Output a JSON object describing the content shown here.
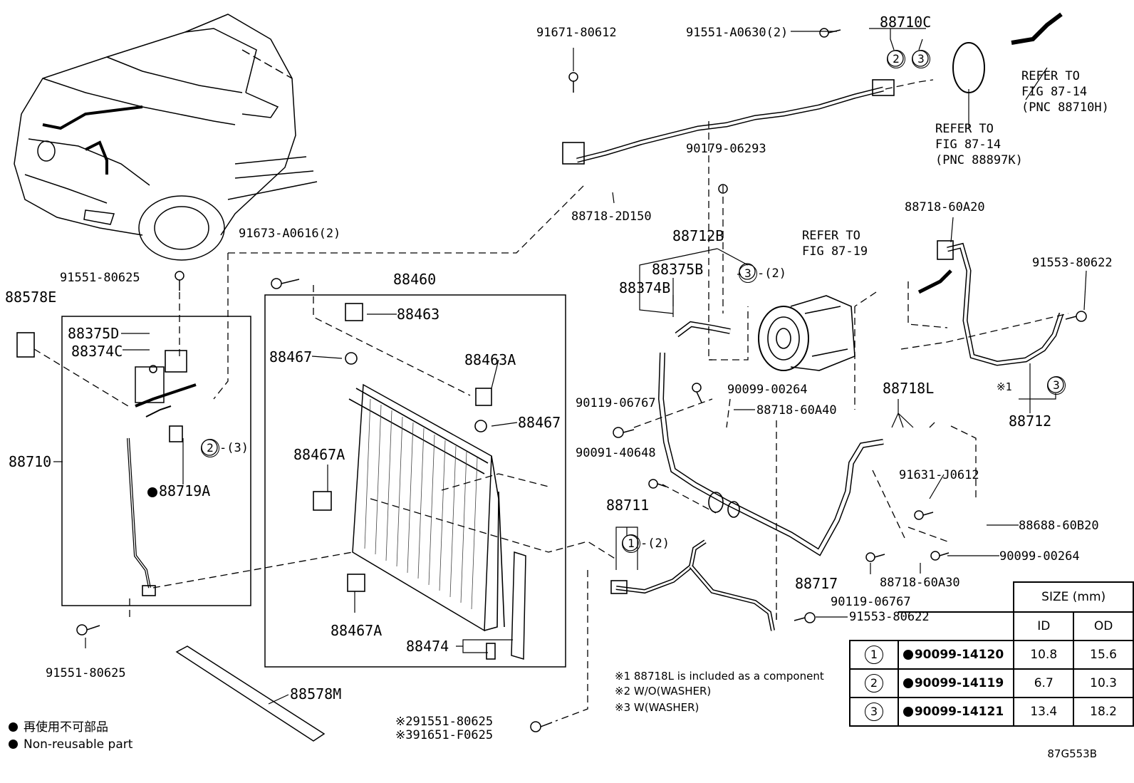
{
  "diagram_code": "87G553B",
  "part_labels": {
    "p91671_80612": "91671-80612",
    "p91551_A0630": "91551-A0630(2)",
    "p88710C": "88710C",
    "ref_87_14_h_1": "REFER TO",
    "ref_87_14_h_2": "FIG 87-14",
    "ref_87_14_h_3": "(PNC 88710H)",
    "ref_87_14_k_1": "REFER TO",
    "ref_87_14_k_2": "FIG 87-14",
    "ref_87_14_k_3": "(PNC 88897K)",
    "p90179_06293": "90179-06293",
    "p88718_2D150": "88718-2D150",
    "p91673_A0616": "91673-A0616(2)",
    "p88712B": "88712B",
    "ref_87_19_1": "REFER TO",
    "ref_87_19_2": "FIG 87-19",
    "p88718_60A20": "88718-60A20",
    "p91553_80622_top": "91553-80622",
    "p91551_80625_top": "91551-80625",
    "p88578E": "88578E",
    "p88460": "88460",
    "p88375B": "88375B",
    "p88374B": "88374B",
    "p3_2_right": "-(2)",
    "p88375D": "88375D",
    "p88374C": "88374C",
    "p88463": "88463",
    "p88467_a": "88467",
    "p88463A": "88463A",
    "p90099_00264_a": "90099-00264",
    "p88718_60A40": "88718-60A40",
    "p90119_06767_a": "90119-06767",
    "p88718L": "88718L",
    "p88467_b": "88467",
    "p88710": "88710",
    "p2_3": "-(3)",
    "p88467A_a": "88467A",
    "p90091_40648": "90091-40648",
    "p88719A": "88719A",
    "p91631_J0612": "91631-J0612",
    "p88712": "88712",
    "star1_88712": "※1",
    "p88711": "88711",
    "p1_2": "-(2)",
    "p88688_60B20": "88688-60B20",
    "p90099_00264_b": "90099-00264",
    "p88717": "88717",
    "p88718_60A30": "88718-60A30",
    "p90119_06767_b": "90119-06767",
    "p91553_80622_bot": "91553-80622",
    "p88467A_b": "88467A",
    "p88474": "88474",
    "p91551_80625_bot": "91551-80625",
    "p88578M": "88578M",
    "p91551_80625_star2": "※291551-80625",
    "p91651_F0625_star3": "※391651-F0625"
  },
  "notes": [
    "※1 88718L is included as a component",
    "※2 W/O(WASHER)",
    "※3 W(WASHER)"
  ],
  "legend": {
    "line1": "再使用不可部品",
    "line2": "Non-reusable part"
  },
  "size_table": {
    "header": "SIZE (mm)",
    "col_id": "ID",
    "col_od": "OD",
    "rows": [
      {
        "no": "1",
        "part": "90099-14120",
        "id": "10.8",
        "od": "15.6"
      },
      {
        "no": "2",
        "part": "90099-14119",
        "id": "6.7",
        "od": "10.3"
      },
      {
        "no": "3",
        "part": "90099-14121",
        "id": "13.4",
        "od": "18.2"
      }
    ]
  }
}
